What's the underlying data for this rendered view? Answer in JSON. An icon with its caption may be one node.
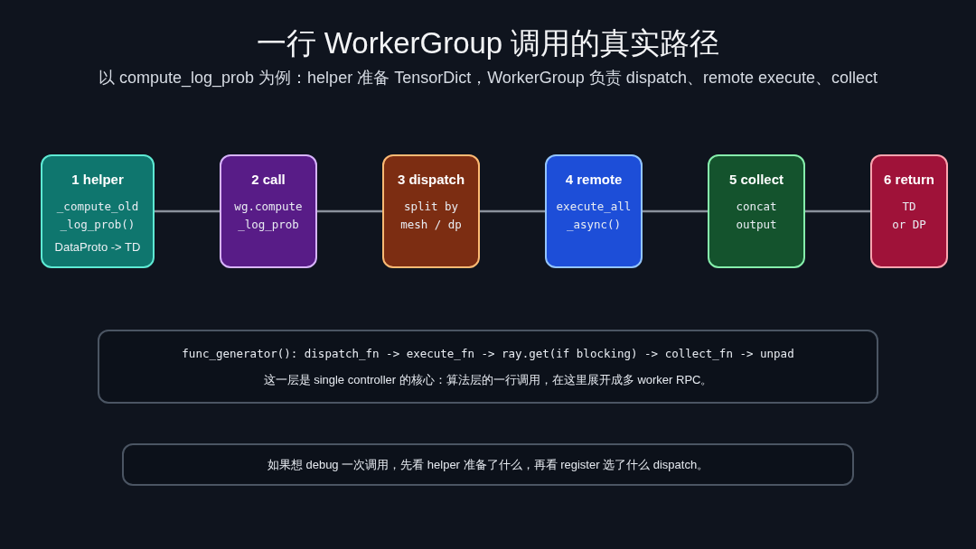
{
  "diagram": {
    "title": "一行 WorkerGroup 调用的真实路径",
    "nodes": [
      {
        "text": [
          "1 helper",
          "_compute_old _log_prob()",
          "DataProto -> TD"
        ]
      },
      {
        "text": [
          "2 call",
          "wg.compute _log_prob"
        ]
      },
      {
        "text": [
          "3 dispatch",
          "split by mesh / dp"
        ]
      },
      {
        "text": [
          "4 remote",
          "execute_all _async()"
        ]
      },
      {
        "text": [
          "5 collect",
          "concat output"
        ]
      },
      {
        "text": [
          "6 return",
          "TD or DP"
        ]
      },
      {
        "text": [
          "func_generator(): dispatch_fn -> execute_fn -> ray.get(if blocking) -> collect_fn -> unpad",
          "这一层是 single controller 的核心：算法层的一行调用，在这里展开成多 worker RPC。"
        ]
      },
      {
        "text": [
          "如果想 debug 一次调用，先看 helper 准备了什么，再看 register 选了什么 dispatch。"
        ]
      }
    ],
    "edges": [
      {
        "from": 0,
        "to": 1,
        "arrow": "none"
      },
      {
        "from": 1,
        "to": 2,
        "arrow": "none"
      },
      {
        "from": 2,
        "to": 3,
        "arrow": "none"
      },
      {
        "from": 3,
        "to": 4,
        "arrow": "none"
      },
      {
        "from": 4,
        "to": 5,
        "arrow": "none"
      }
    ],
    "labels": [
      "以 compute_log_prob 为例：helper 准备 TensorDict，WorkerGroup 负责 dispatch、remote execute、collect"
    ]
  }
}
